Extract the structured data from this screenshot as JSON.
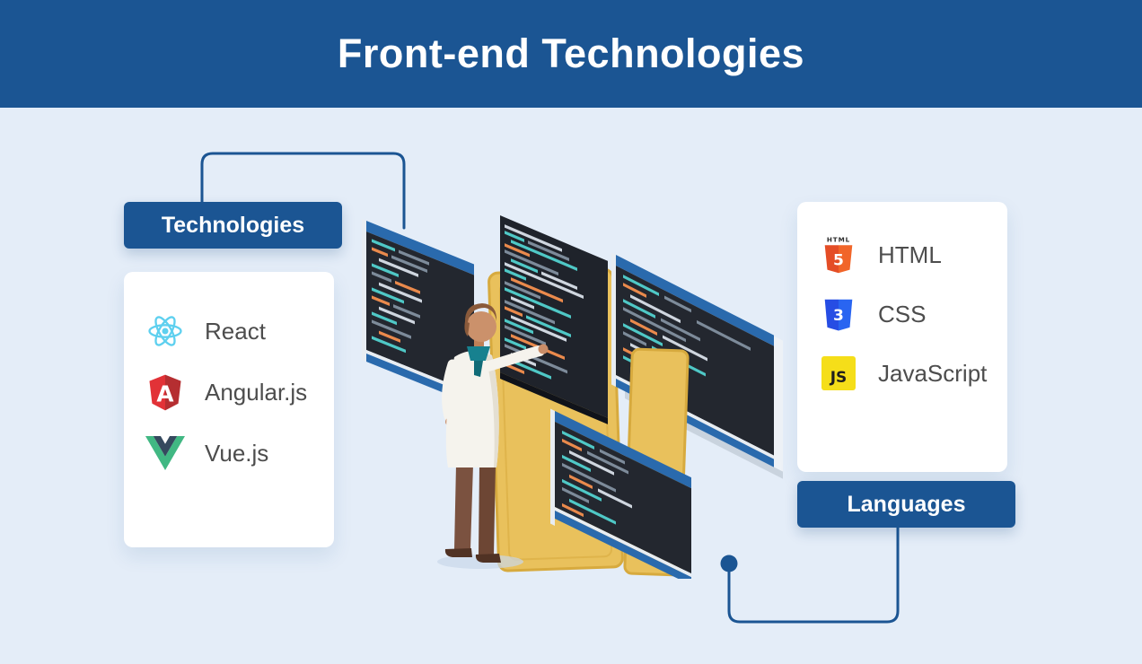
{
  "header": {
    "title": "Front-end Technologies"
  },
  "left_group": {
    "label": "Technologies",
    "items": [
      {
        "name": "React",
        "icon": "react-icon"
      },
      {
        "name": "Angular.js",
        "icon": "angular-icon"
      },
      {
        "name": "Vue.js",
        "icon": "vue-icon"
      }
    ]
  },
  "right_group": {
    "label": "Languages",
    "items": [
      {
        "name": "HTML",
        "icon": "html5-icon"
      },
      {
        "name": "CSS",
        "icon": "css3-icon"
      },
      {
        "name": "JavaScript",
        "icon": "javascript-icon"
      }
    ]
  },
  "colors": {
    "primary": "#1b5593",
    "background": "#e4edf8",
    "card": "#ffffff",
    "text": "#4d4d4d",
    "accent_react": "#5ed0ef",
    "accent_angular": "#dd1b16",
    "accent_vue": "#41b883",
    "accent_html": "#e44d26",
    "accent_css": "#264de4",
    "accent_js": "#f5de19"
  }
}
